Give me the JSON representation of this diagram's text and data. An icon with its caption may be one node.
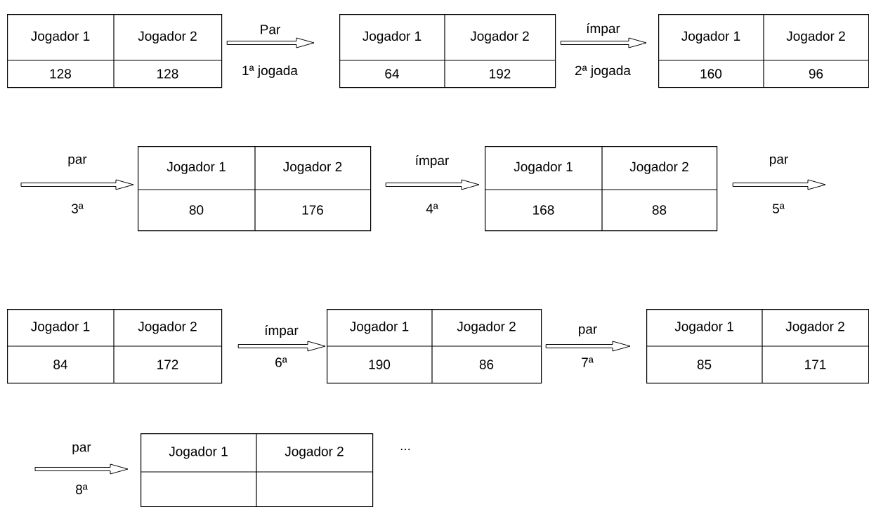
{
  "diagram": {
    "nodes": [
      {
        "text": [
          "Jogador 1",
          "Jogador 2",
          "128",
          "128"
        ]
      },
      {
        "text": [
          "Jogador 1",
          "Jogador 2",
          "64",
          "192"
        ]
      },
      {
        "text": [
          "Jogador 1",
          "Jogador 2",
          "160",
          "96"
        ]
      },
      {
        "text": [
          "Jogador 1",
          "Jogador 2",
          "80",
          "176"
        ]
      },
      {
        "text": [
          "Jogador 1",
          "Jogador 2",
          "168",
          "88"
        ]
      },
      {
        "text": [
          "Jogador 1",
          "Jogador 2",
          "84",
          "172"
        ]
      },
      {
        "text": [
          "Jogador 1",
          "Jogador 2",
          "190",
          "86"
        ]
      },
      {
        "text": [
          "Jogador 1",
          "Jogador 2",
          "85",
          "171"
        ]
      },
      {
        "text": [
          "Jogador 1",
          "Jogador 2"
        ]
      }
    ],
    "edges": [
      {
        "from": 0,
        "to": 1,
        "arrow": "to",
        "label": "Par"
      },
      {
        "from": 1,
        "to": 2,
        "arrow": "to",
        "label": "ímpar"
      },
      {
        "from": null,
        "to": 3,
        "arrow": "to",
        "label": "par"
      },
      {
        "from": 3,
        "to": 4,
        "arrow": "to",
        "label": "ímpar"
      },
      {
        "from": 4,
        "to": null,
        "arrow": "to",
        "label": "par"
      },
      {
        "from": 5,
        "to": 6,
        "arrow": "to",
        "label": "ímpar"
      },
      {
        "from": 6,
        "to": 7,
        "arrow": "to",
        "label": "par"
      },
      {
        "from": null,
        "to": 8,
        "arrow": "to",
        "label": "par"
      }
    ],
    "labels": [
      "1ª jogada",
      "2ª jogada",
      "3ª",
      "4ª",
      "5ª",
      "6ª",
      "7ª",
      "8ª",
      "..."
    ]
  }
}
